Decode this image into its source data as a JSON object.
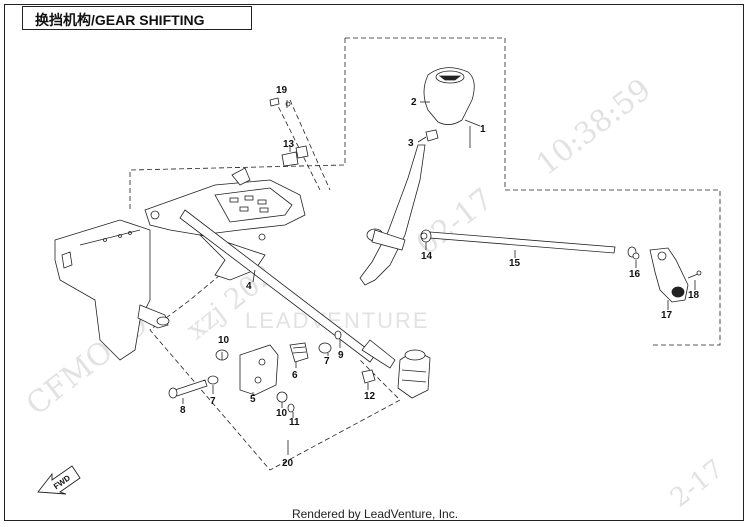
{
  "title": "换挡机构/GEAR SHIFTING",
  "footer": "Rendered by LeadVenture, Inc.",
  "watermarks": {
    "brand": "CFMOTO",
    "partial": "xzj 202",
    "date": "02-17",
    "time": "10:38:59",
    "logo": "LEADVENTURE",
    "corner": "2-17"
  },
  "fwd_label": "FWD",
  "callouts": [
    "1",
    "2",
    "3",
    "4",
    "5",
    "6",
    "7",
    "8",
    "9",
    "10",
    "11",
    "12",
    "13",
    "14",
    "15",
    "16",
    "17",
    "18",
    "19",
    "20",
    "7",
    "10"
  ],
  "colors": {
    "line": "#222222",
    "fill": "#ffffff"
  }
}
